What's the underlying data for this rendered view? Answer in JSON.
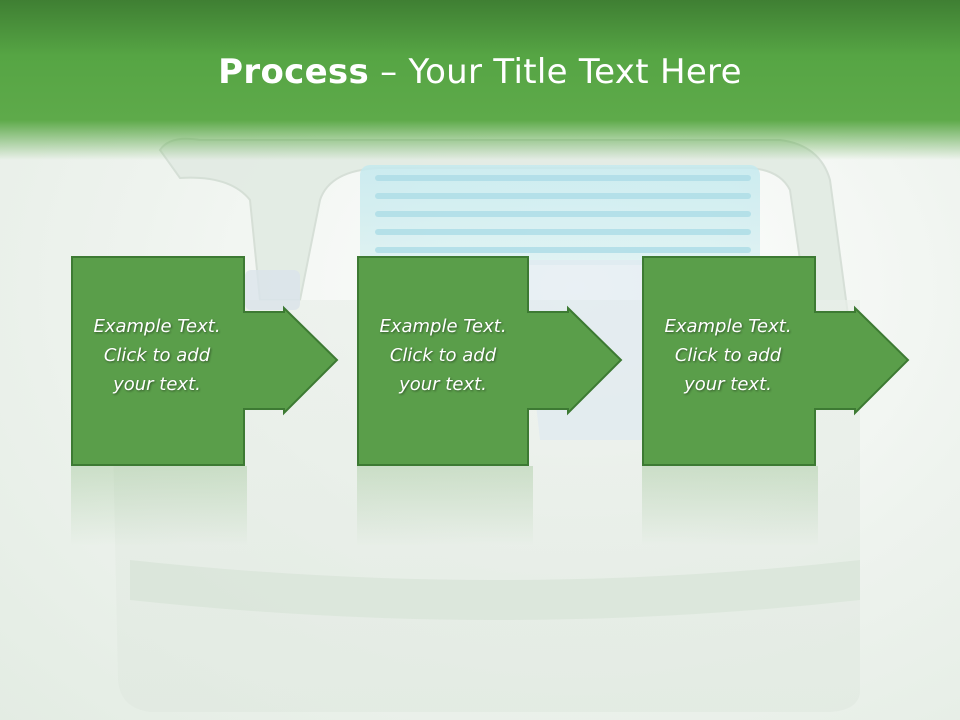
{
  "title": {
    "bold": "Process",
    "rest": " – Your Title Text Here"
  },
  "steps": [
    {
      "line1": "Example Text.",
      "line2": "Click  to add",
      "line3": "your text."
    },
    {
      "line1": "Example Text.",
      "line2": "Click  to add",
      "line3": "your text."
    },
    {
      "line1": "Example Text.",
      "line2": "Click  to add",
      "line3": "your text."
    }
  ],
  "colors": {
    "box_fill": "#5a9e4a",
    "box_border": "#3d7a33",
    "title_band": "#56a544",
    "text": "#ffffff"
  }
}
